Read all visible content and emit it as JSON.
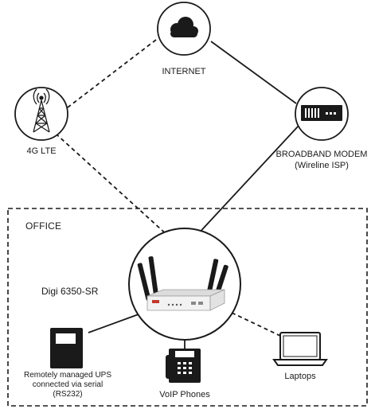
{
  "internet": {
    "label": "INTERNET",
    "icon": "cloud-icon"
  },
  "lte": {
    "label": "4G LTE",
    "icon": "cell-tower-icon"
  },
  "modem": {
    "label_line1": "BROADBAND MODEM",
    "label_line2": "(Wireline ISP)",
    "icon": "modem-icon"
  },
  "office": {
    "label": "OFFICE"
  },
  "router": {
    "label": "Digi 6350-SR",
    "icon": "router-icon"
  },
  "ups": {
    "label_line1": "Remotely managed UPS",
    "label_line2": "connected via serial",
    "label_line3": "(RS232)",
    "icon": "ups-icon"
  },
  "phone": {
    "label": "VoIP Phones",
    "icon": "voip-phone-icon"
  },
  "laptop": {
    "label": "Laptops",
    "icon": "laptop-icon"
  },
  "colors": {
    "stroke": "#1a1a1a",
    "fill": "#1a1a1a",
    "background": "#ffffff",
    "device_body": "#f2f2f2"
  }
}
